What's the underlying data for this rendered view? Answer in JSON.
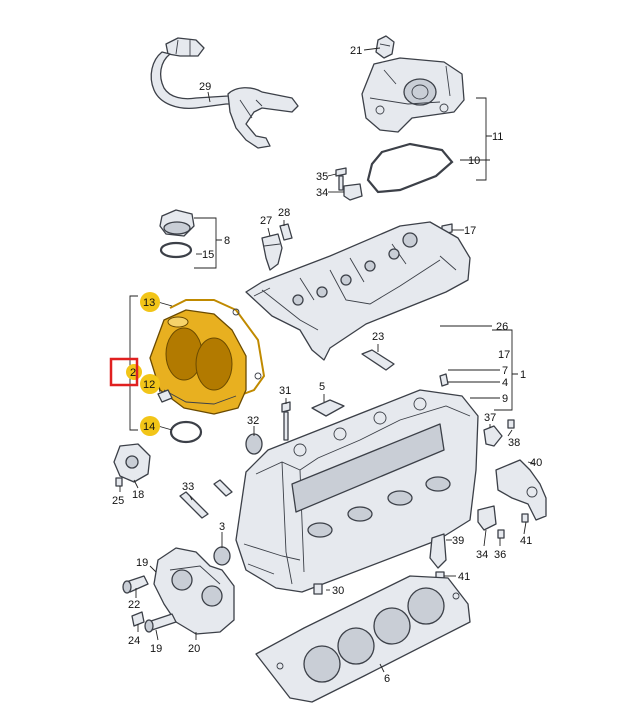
{
  "callouts": [
    {
      "id": "c21",
      "text": "21"
    },
    {
      "id": "c29",
      "text": "29"
    },
    {
      "id": "c11",
      "text": "11"
    },
    {
      "id": "c10",
      "text": "10"
    },
    {
      "id": "c35",
      "text": "35"
    },
    {
      "id": "c34a",
      "text": "34"
    },
    {
      "id": "c27",
      "text": "27"
    },
    {
      "id": "c28",
      "text": "28"
    },
    {
      "id": "c17a",
      "text": "17"
    },
    {
      "id": "c8",
      "text": "8"
    },
    {
      "id": "c15",
      "text": "15"
    },
    {
      "id": "c26",
      "text": "26"
    },
    {
      "id": "c23",
      "text": "23"
    },
    {
      "id": "c17b",
      "text": "17"
    },
    {
      "id": "c4",
      "text": "4"
    },
    {
      "id": "c7",
      "text": "7"
    },
    {
      "id": "c1",
      "text": "1"
    },
    {
      "id": "c5",
      "text": "5"
    },
    {
      "id": "c9",
      "text": "9"
    },
    {
      "id": "c37",
      "text": "37"
    },
    {
      "id": "c38",
      "text": "38"
    },
    {
      "id": "c40",
      "text": "40"
    },
    {
      "id": "c32",
      "text": "32"
    },
    {
      "id": "c31",
      "text": "31"
    },
    {
      "id": "c25",
      "text": "25"
    },
    {
      "id": "c18",
      "text": "18"
    },
    {
      "id": "c33",
      "text": "33"
    },
    {
      "id": "c3",
      "text": "3"
    },
    {
      "id": "c39",
      "text": "39"
    },
    {
      "id": "c34b",
      "text": "34"
    },
    {
      "id": "c36",
      "text": "36"
    },
    {
      "id": "c41a",
      "text": "41"
    },
    {
      "id": "c41b",
      "text": "41"
    },
    {
      "id": "c19a",
      "text": "19"
    },
    {
      "id": "c22",
      "text": "22"
    },
    {
      "id": "c30",
      "text": "30"
    },
    {
      "id": "c24",
      "text": "24"
    },
    {
      "id": "c19b",
      "text": "19"
    },
    {
      "id": "c20",
      "text": "20"
    },
    {
      "id": "c6",
      "text": "6"
    }
  ],
  "highlighted_callouts": [
    {
      "id": "h13",
      "text": "13"
    },
    {
      "id": "h2",
      "text": "2"
    },
    {
      "id": "h12",
      "text": "12"
    },
    {
      "id": "h14",
      "text": "14"
    }
  ],
  "colors": {
    "highlight": "#f2c518",
    "highlighted_part": "#e8b020",
    "selection_box": "#e02020"
  }
}
